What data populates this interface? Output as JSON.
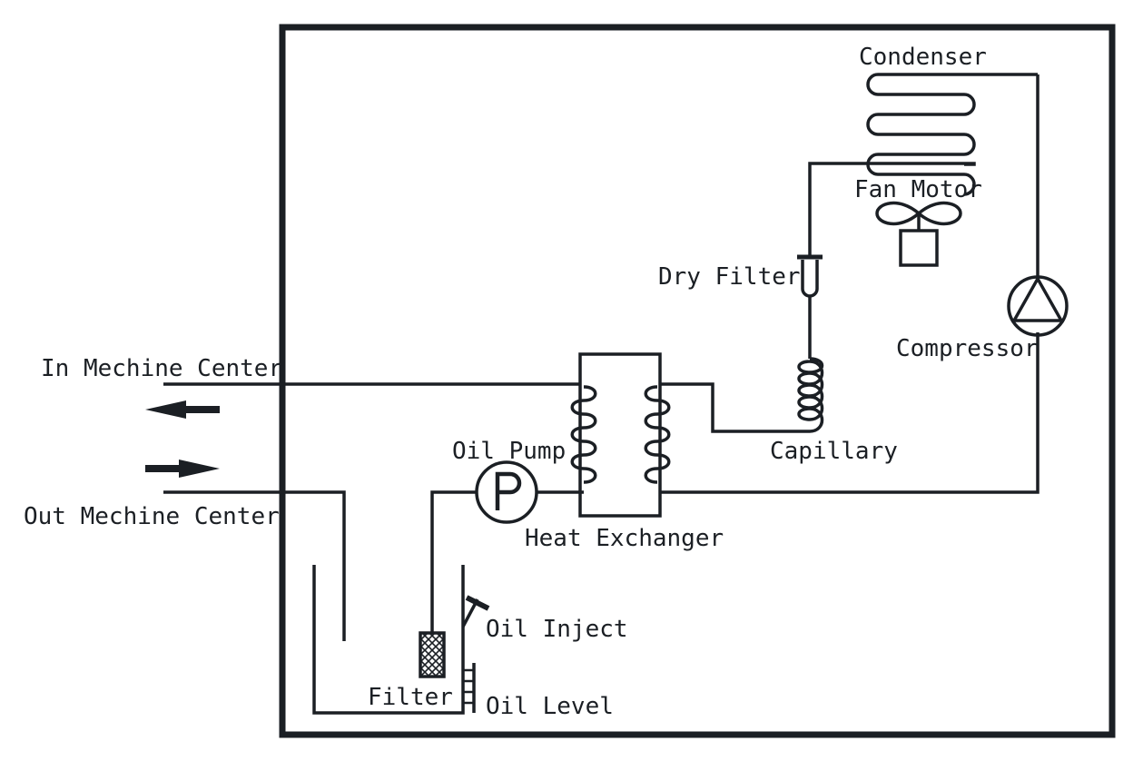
{
  "labels": {
    "condenser": "Condenser",
    "fan_motor": "Fan Motor",
    "dry_filter": "Dry Filter",
    "compressor": "Compressor",
    "in_machine_center": "In Mechine Center",
    "out_machine_center": "Out Mechine Center",
    "capillary": "Capillary",
    "oil_pump": "Oil Pump",
    "pump_symbol": "P",
    "heat_exchanger": "Heat Exchanger",
    "oil_inject": "Oil Inject",
    "filter": "Filter",
    "oil_level": "Oil Level"
  },
  "colors": {
    "line": "#1b1f24",
    "background": "#ffffff"
  },
  "icons": {
    "pump": "pump-p-icon",
    "compressor": "compressor-triangle-icon",
    "fan": "fan-blade-icon",
    "filter": "cross-hatch-filter-icon"
  }
}
